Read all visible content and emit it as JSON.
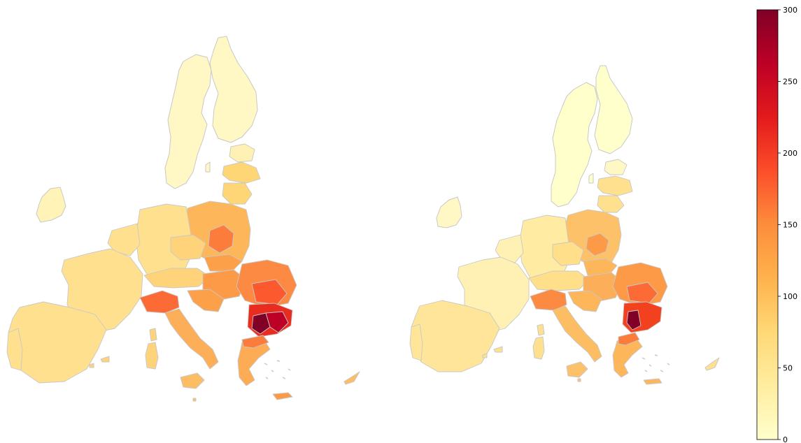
{
  "figure": {
    "maps": [
      {
        "id": "left-map"
      },
      {
        "id": "right-map"
      }
    ]
  },
  "colorbar": {
    "min": 0,
    "max": 300,
    "ticks": [
      {
        "value": 0,
        "label": "0"
      },
      {
        "value": 50,
        "label": "50"
      },
      {
        "value": 100,
        "label": "100"
      },
      {
        "value": 150,
        "label": "150"
      },
      {
        "value": 200,
        "label": "200"
      },
      {
        "value": 250,
        "label": "250"
      },
      {
        "value": 300,
        "label": "300"
      }
    ],
    "colormap": "YlOrRd",
    "colors": [
      "#ffffcc",
      "#ffeda0",
      "#fed976",
      "#feb24c",
      "#fd8d3c",
      "#fc4e2a",
      "#e31a1c",
      "#bd0026",
      "#800026"
    ],
    "edge_color": "#c8c8c8"
  }
}
